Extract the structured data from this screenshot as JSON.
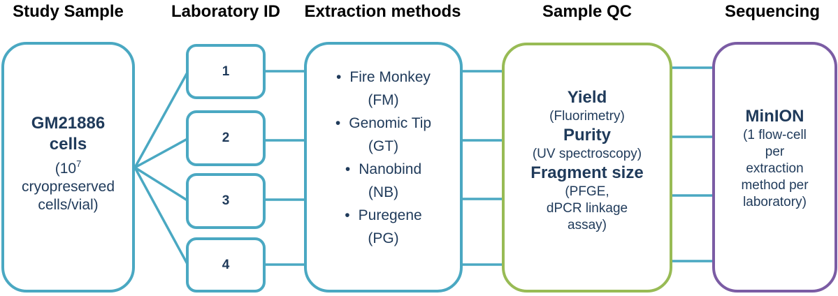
{
  "headers": {
    "study_sample": "Study Sample",
    "laboratory_id": "Laboratory ID",
    "extraction_methods": "Extraction methods",
    "sample_qc": "Sample QC",
    "sequencing": "Sequencing"
  },
  "study_sample": {
    "name": "GM21886",
    "unit": "cells",
    "desc_prefix": "(10",
    "desc_exponent": "7",
    "desc_line2": "cryopreserved",
    "desc_line3": "cells/vial)"
  },
  "laboratories": [
    "1",
    "2",
    "3",
    "4"
  ],
  "extraction_methods": [
    {
      "name": "Fire Monkey",
      "abbr": "(FM)"
    },
    {
      "name": "Genomic Tip",
      "abbr": "(GT)"
    },
    {
      "name": "Nanobind",
      "abbr": "(NB)"
    },
    {
      "name": "Puregene",
      "abbr": "(PG)"
    }
  ],
  "bullet_char": "•",
  "sample_qc": [
    {
      "metric": "Yield",
      "method_lines": [
        "(Fluorimetry)"
      ]
    },
    {
      "metric": "Purity",
      "method_lines": [
        "(UV spectroscopy)"
      ]
    },
    {
      "metric": "Fragment size",
      "method_lines": [
        "(PFGE,",
        "dPCR linkage",
        "assay)"
      ]
    }
  ],
  "sequencing": {
    "platform": "MinION",
    "detail_lines": [
      "(1 flow-cell",
      "per",
      "extraction",
      "method per",
      "laboratory)"
    ]
  },
  "colors": {
    "teal_border": "#4aa8c2",
    "green_border": "#98bb55",
    "purple_border": "#7b5ca4",
    "text_dark": "#1f3a5a",
    "header_text": "#000000"
  }
}
